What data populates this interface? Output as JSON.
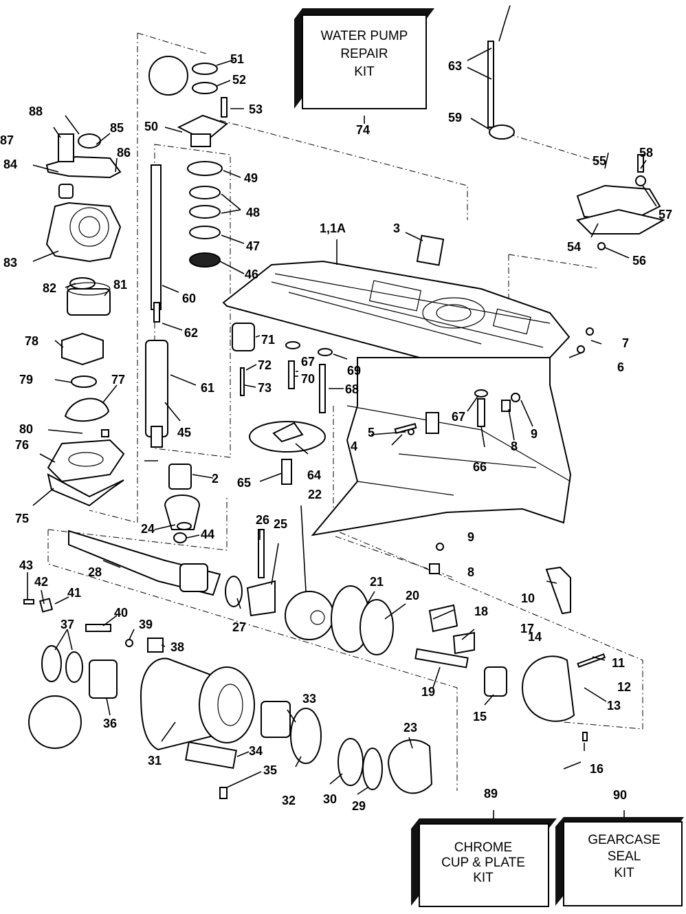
{
  "kits": {
    "water_pump": [
      "WATER PUMP",
      "REPAIR",
      "KIT"
    ],
    "chrome_cup": [
      "CHROME",
      "CUP & PLATE",
      "KIT"
    ],
    "gearcase_seal": [
      "GEARCASE",
      "SEAL",
      "KIT"
    ]
  },
  "callouts": {
    "c74": "74",
    "c89": "89",
    "c90": "90",
    "c1": "1,1A",
    "c2": "2",
    "c3": "3",
    "c4": "4",
    "c5": "5",
    "c6": "6",
    "c7": "7",
    "c8a": "8",
    "c8b": "8",
    "c9a": "9",
    "c9b": "9",
    "c10": "10",
    "c11": "11",
    "c12": "12",
    "c13": "13",
    "c14": "14",
    "c15": "15",
    "c16": "16",
    "c17": "17",
    "c18": "18",
    "c19": "19",
    "c20": "20",
    "c21": "21",
    "c22": "22",
    "c23": "23",
    "c24": "24",
    "c25": "25",
    "c26": "26",
    "c27": "27",
    "c28": "28",
    "c29": "29",
    "c30": "30",
    "c31": "31",
    "c32": "32",
    "c33": "33",
    "c34": "34",
    "c35": "35",
    "c36": "36",
    "c37": "37",
    "c38": "38",
    "c39": "39",
    "c40": "40",
    "c41": "41",
    "c42": "42",
    "c43": "43",
    "c44": "44",
    "c45": "45",
    "c46": "46",
    "c47": "47",
    "c48": "48",
    "c49": "49",
    "c50": "50",
    "c51": "51",
    "c52": "52",
    "c53": "53",
    "c54": "54",
    "c55": "55",
    "c56": "56",
    "c57": "57",
    "c58": "58",
    "c59": "59",
    "c60": "60",
    "c61": "61",
    "c62": "62",
    "c63": "63",
    "c64": "64",
    "c65": "65",
    "c66": "66",
    "c67a": "67",
    "c67b": "67",
    "c68": "68",
    "c69": "69",
    "c70": "70",
    "c71": "71",
    "c72": "72",
    "c73": "73",
    "c75": "75",
    "c76": "76",
    "c77": "77",
    "c78": "78",
    "c79": "79",
    "c80": "80",
    "c81": "81",
    "c82": "82",
    "c83": "83",
    "c84": "84",
    "c85": "85",
    "c86": "86",
    "c87": "87",
    "c88": "88"
  }
}
